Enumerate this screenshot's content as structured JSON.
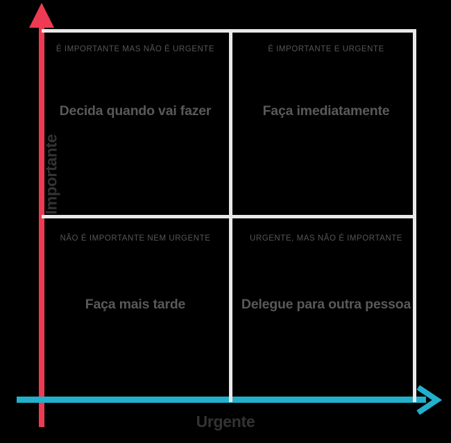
{
  "diagram": {
    "type": "eisenhower-matrix",
    "background_color": "#000000",
    "axes": {
      "y": {
        "label": "Importante",
        "color": "#EE3A52",
        "arrow": "up-arrow-icon",
        "label_color": "#333333"
      },
      "x": {
        "label": "Urgente",
        "color": "#22B0CC",
        "arrow": "right-arrow-icon",
        "label_color": "#333333"
      }
    },
    "grid": {
      "line_color": "#E9E9E9",
      "caption_color": "#575757",
      "action_color": "#58595B"
    },
    "quadrants": [
      {
        "id": "top-left",
        "caption": "É IMPORTANTE MAS NÃO É URGENTE",
        "action": "Decida quando vai fazer"
      },
      {
        "id": "top-right",
        "caption": "É IMPORTANTE E URGENTE",
        "action": "Faça imediatamente"
      },
      {
        "id": "bottom-left",
        "caption": "NÃO É IMPORTANTE NEM URGENTE",
        "action": "Faça mais tarde"
      },
      {
        "id": "bottom-right",
        "caption": "URGENTE, MAS NÃO É IMPORTANTE",
        "action": "Delegue para outra pessoa"
      }
    ]
  }
}
